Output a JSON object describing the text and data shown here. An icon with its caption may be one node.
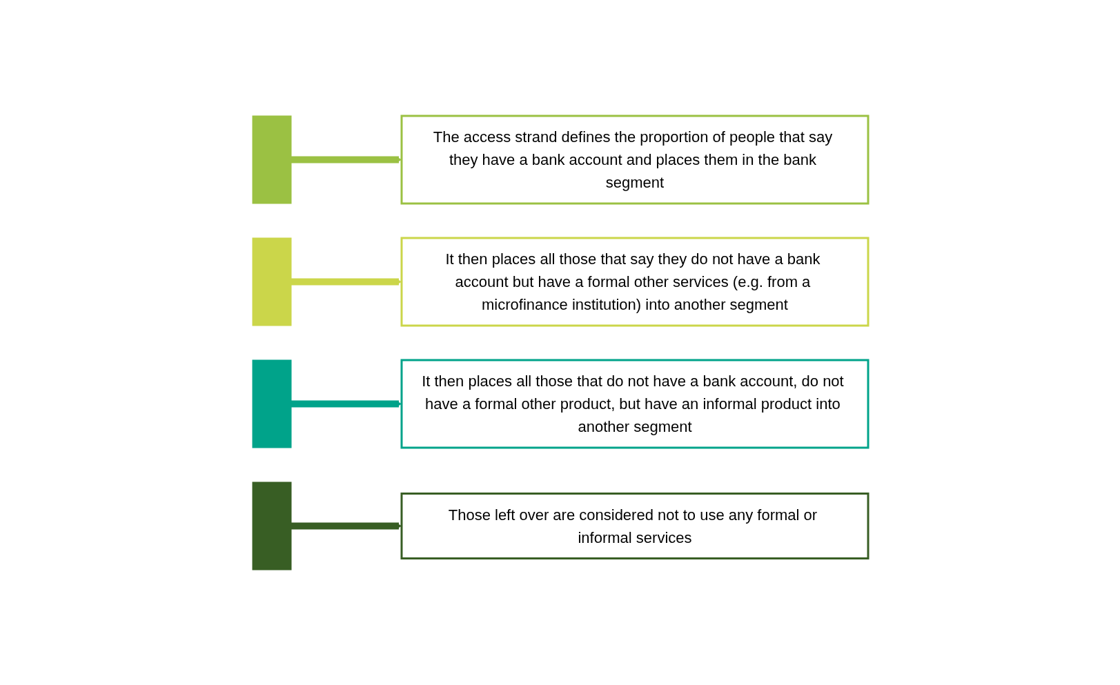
{
  "diagram": {
    "nodes": [
      {
        "text": [],
        "shape": "box"
      },
      {
        "text": [
          "The access strand defines the proportion of people that say they have a bank account and places them in the bank segment"
        ]
      },
      {
        "text": [],
        "shape": "box"
      },
      {
        "text": [
          "It then places all those that say they do not have a bank account but have a formal other services (e.g. from a microfinance institution) into another segment"
        ]
      },
      {
        "text": [],
        "shape": "box"
      },
      {
        "text": [
          "It then places all those that do not have a bank account, do not have a formal other product, but have an informal product into another segment"
        ]
      },
      {
        "text": [],
        "shape": "box"
      },
      {
        "text": [
          "Those left over are considered not to use any formal or informal services"
        ]
      }
    ],
    "edges": [
      {
        "from": 0,
        "to": 1,
        "arrow": "to",
        "color": "#9bc143"
      },
      {
        "from": 2,
        "to": 3,
        "arrow": "to",
        "color": "#cbd64a"
      },
      {
        "from": 4,
        "to": 5,
        "arrow": "to",
        "color": "#00a38a"
      },
      {
        "from": 6,
        "to": 7,
        "arrow": "to",
        "color": "#385e24"
      }
    ]
  }
}
